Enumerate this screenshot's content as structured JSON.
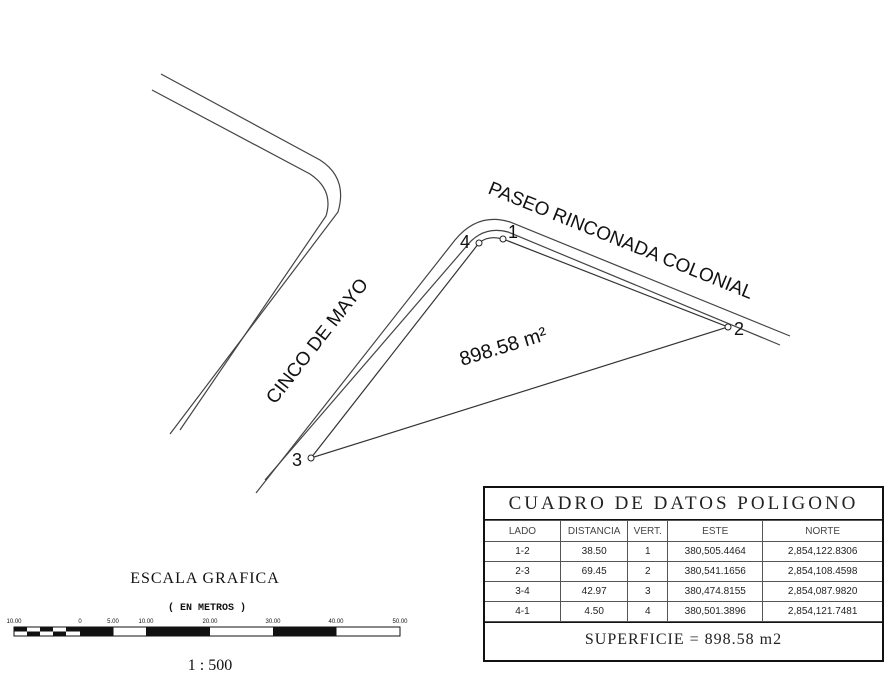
{
  "streets": {
    "cinco_de_mayo": "CINCO DE MAYO",
    "paseo_rinconada": "PASEO RINCONADA COLONIAL"
  },
  "polygon": {
    "area_label": "898.58 m²",
    "vertices": [
      "1",
      "2",
      "3",
      "4"
    ]
  },
  "scale_bar": {
    "title": "ESCALA GRAFICA",
    "subtitle": "( EN METROS )",
    "ticks": [
      "10.00",
      "0",
      "5.00",
      "10.00",
      "20.00",
      "30.00",
      "40.00",
      "50.00"
    ],
    "ratio": "1 : 500"
  },
  "data_table": {
    "title": "CUADRO DE DATOS POLIGONO",
    "columns": [
      "LADO",
      "DISTANCIA",
      "VERT.",
      "ESTE",
      "NORTE"
    ],
    "rows": [
      [
        "1-2",
        "38.50",
        "1",
        "380,505.4464",
        "2,854,122.8306"
      ],
      [
        "2-3",
        "69.45",
        "2",
        "380,541.1656",
        "2,854,108.4598"
      ],
      [
        "3-4",
        "42.97",
        "3",
        "380,474.8155",
        "2,854,087.9820"
      ],
      [
        "4-1",
        "4.50",
        "4",
        "380,501.3896",
        "2,854,121.7481"
      ]
    ],
    "footer": "SUPERFICIE  =  898.58  m2"
  }
}
